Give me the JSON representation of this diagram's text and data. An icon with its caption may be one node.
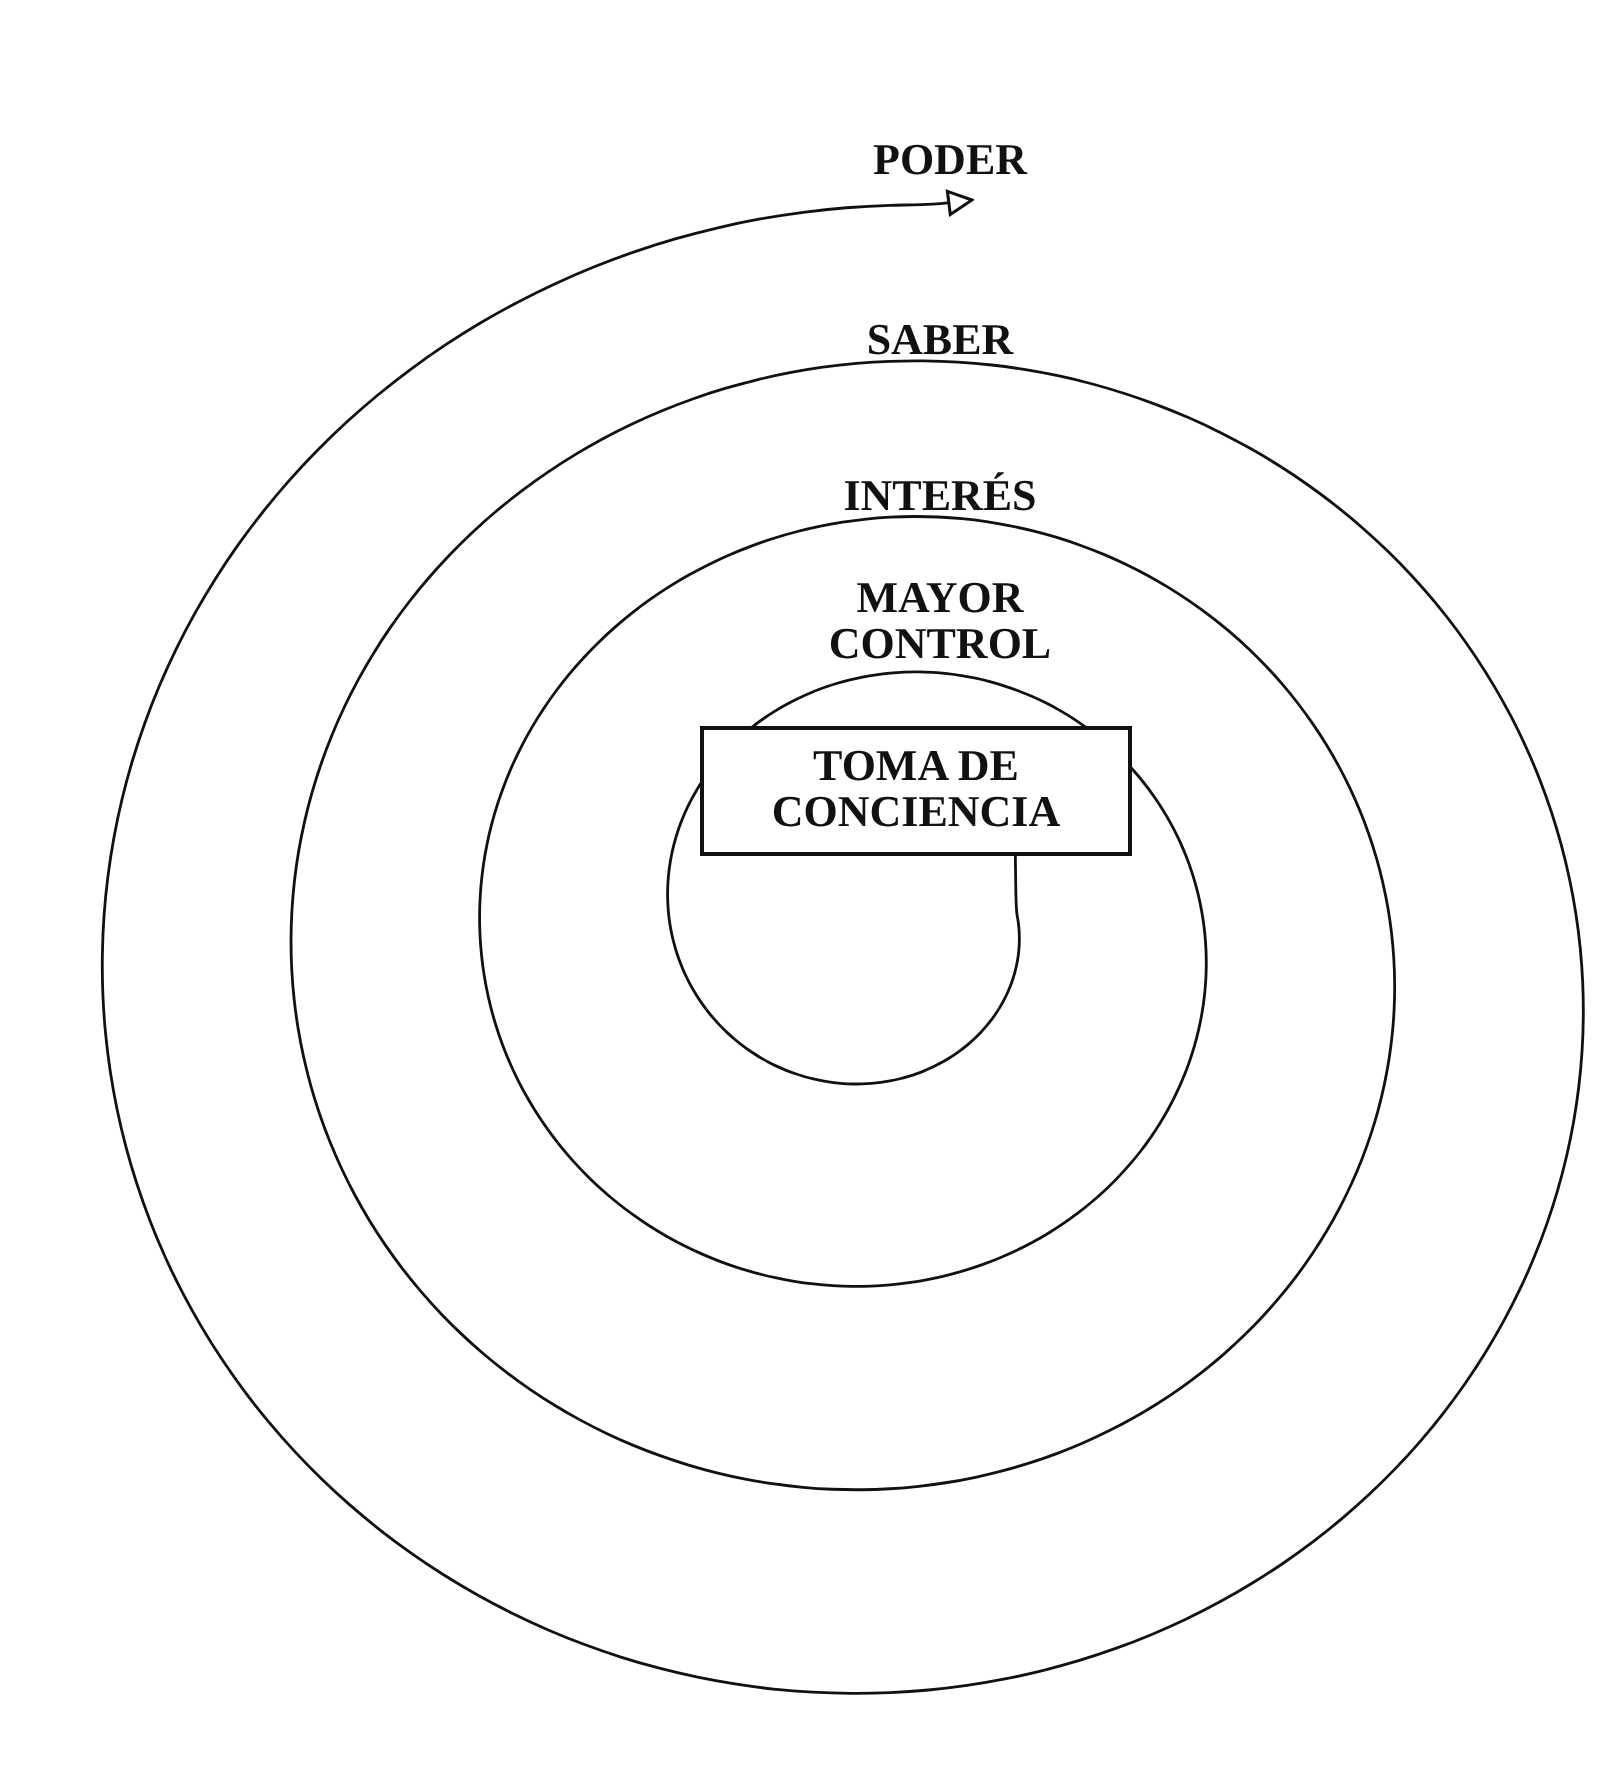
{
  "diagram": {
    "nodes": [
      {
        "text": [
          "TOMA DE CONCIENCIA"
        ]
      },
      {
        "text": [
          "PODER"
        ]
      }
    ],
    "edges": [
      {
        "from": 0,
        "to": 1,
        "arrow": "to"
      }
    ],
    "labels": [
      "SABER",
      "INTERÉS",
      "MAYOR CONTROL"
    ]
  }
}
